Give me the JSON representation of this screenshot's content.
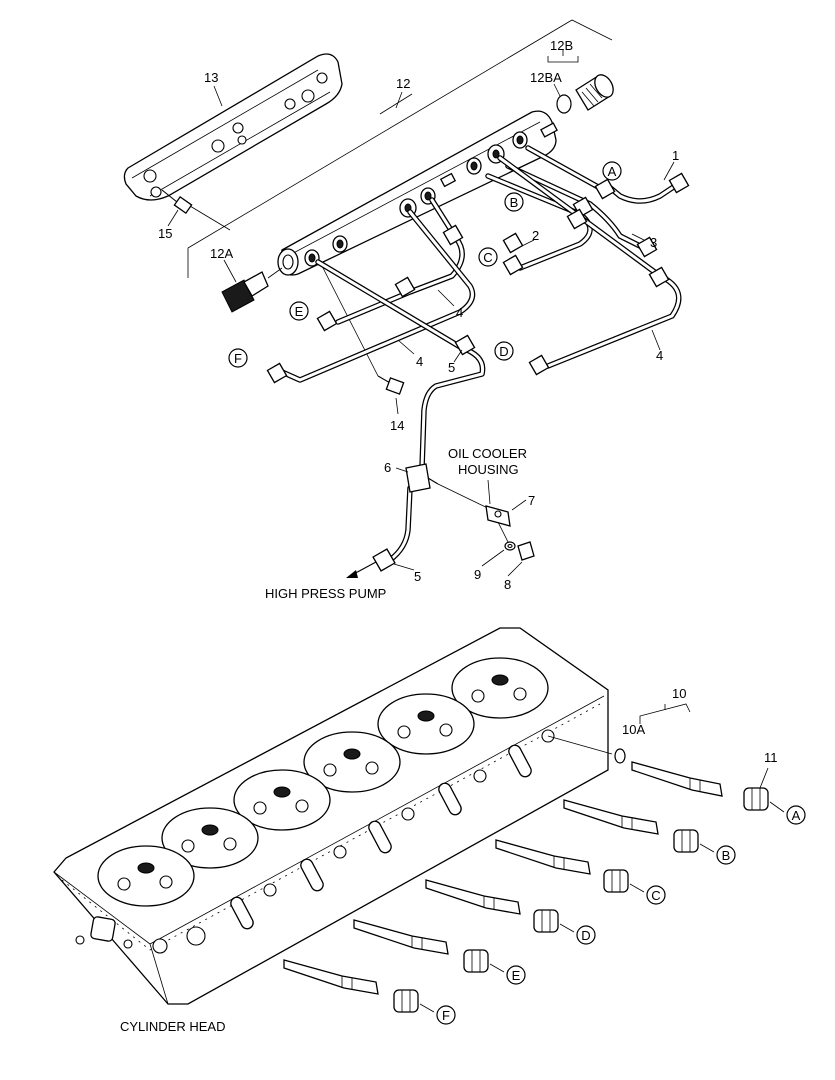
{
  "callouts": {
    "c1": "1",
    "c2": "2",
    "c3": "3",
    "c4a": "4",
    "c4b": "4",
    "c4c": "4",
    "c5a": "5",
    "c5b": "5",
    "c6": "6",
    "c7": "7",
    "c8": "8",
    "c9": "9",
    "c10": "10",
    "c10a": "10A",
    "c11": "11",
    "c12": "12",
    "c12a": "12A",
    "c12b": "12B",
    "c12ba": "12BA",
    "c13": "13",
    "c14": "14",
    "c15": "15"
  },
  "refs": {
    "tube_a": "A",
    "tube_b": "B",
    "tube_c": "C",
    "tube_d": "D",
    "tube_e": "E",
    "tube_f": "F",
    "inj_a": "A",
    "inj_b": "B",
    "inj_c": "C",
    "inj_d": "D",
    "inj_e": "E",
    "inj_f": "F"
  },
  "captions": {
    "oil_cooler_line1": "OIL COOLER",
    "oil_cooler_line2": "HOUSING",
    "high_press_pump": "HIGH PRESS PUMP",
    "cylinder_head": "CYLINDER HEAD"
  }
}
